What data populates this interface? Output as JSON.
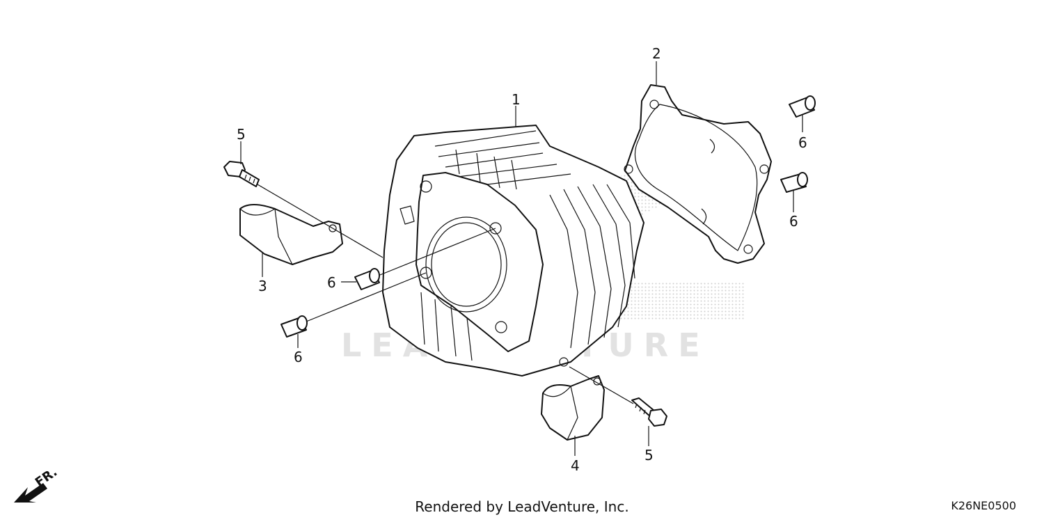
{
  "diagram": {
    "callouts": {
      "cylinder": "1",
      "gasket": "2",
      "left_cover": "3",
      "right_cover": "4",
      "bolt_left": "5",
      "bolt_right": "5",
      "dowel_top_1": "6",
      "dowel_top_2": "6",
      "dowel_mid": "6",
      "dowel_low": "6"
    },
    "watermark": "LEADVENTURE",
    "direction_label": "FR."
  },
  "footer": {
    "rendered_by": "Rendered by LeadVenture, Inc.",
    "diagram_code": "K26NE0500"
  }
}
